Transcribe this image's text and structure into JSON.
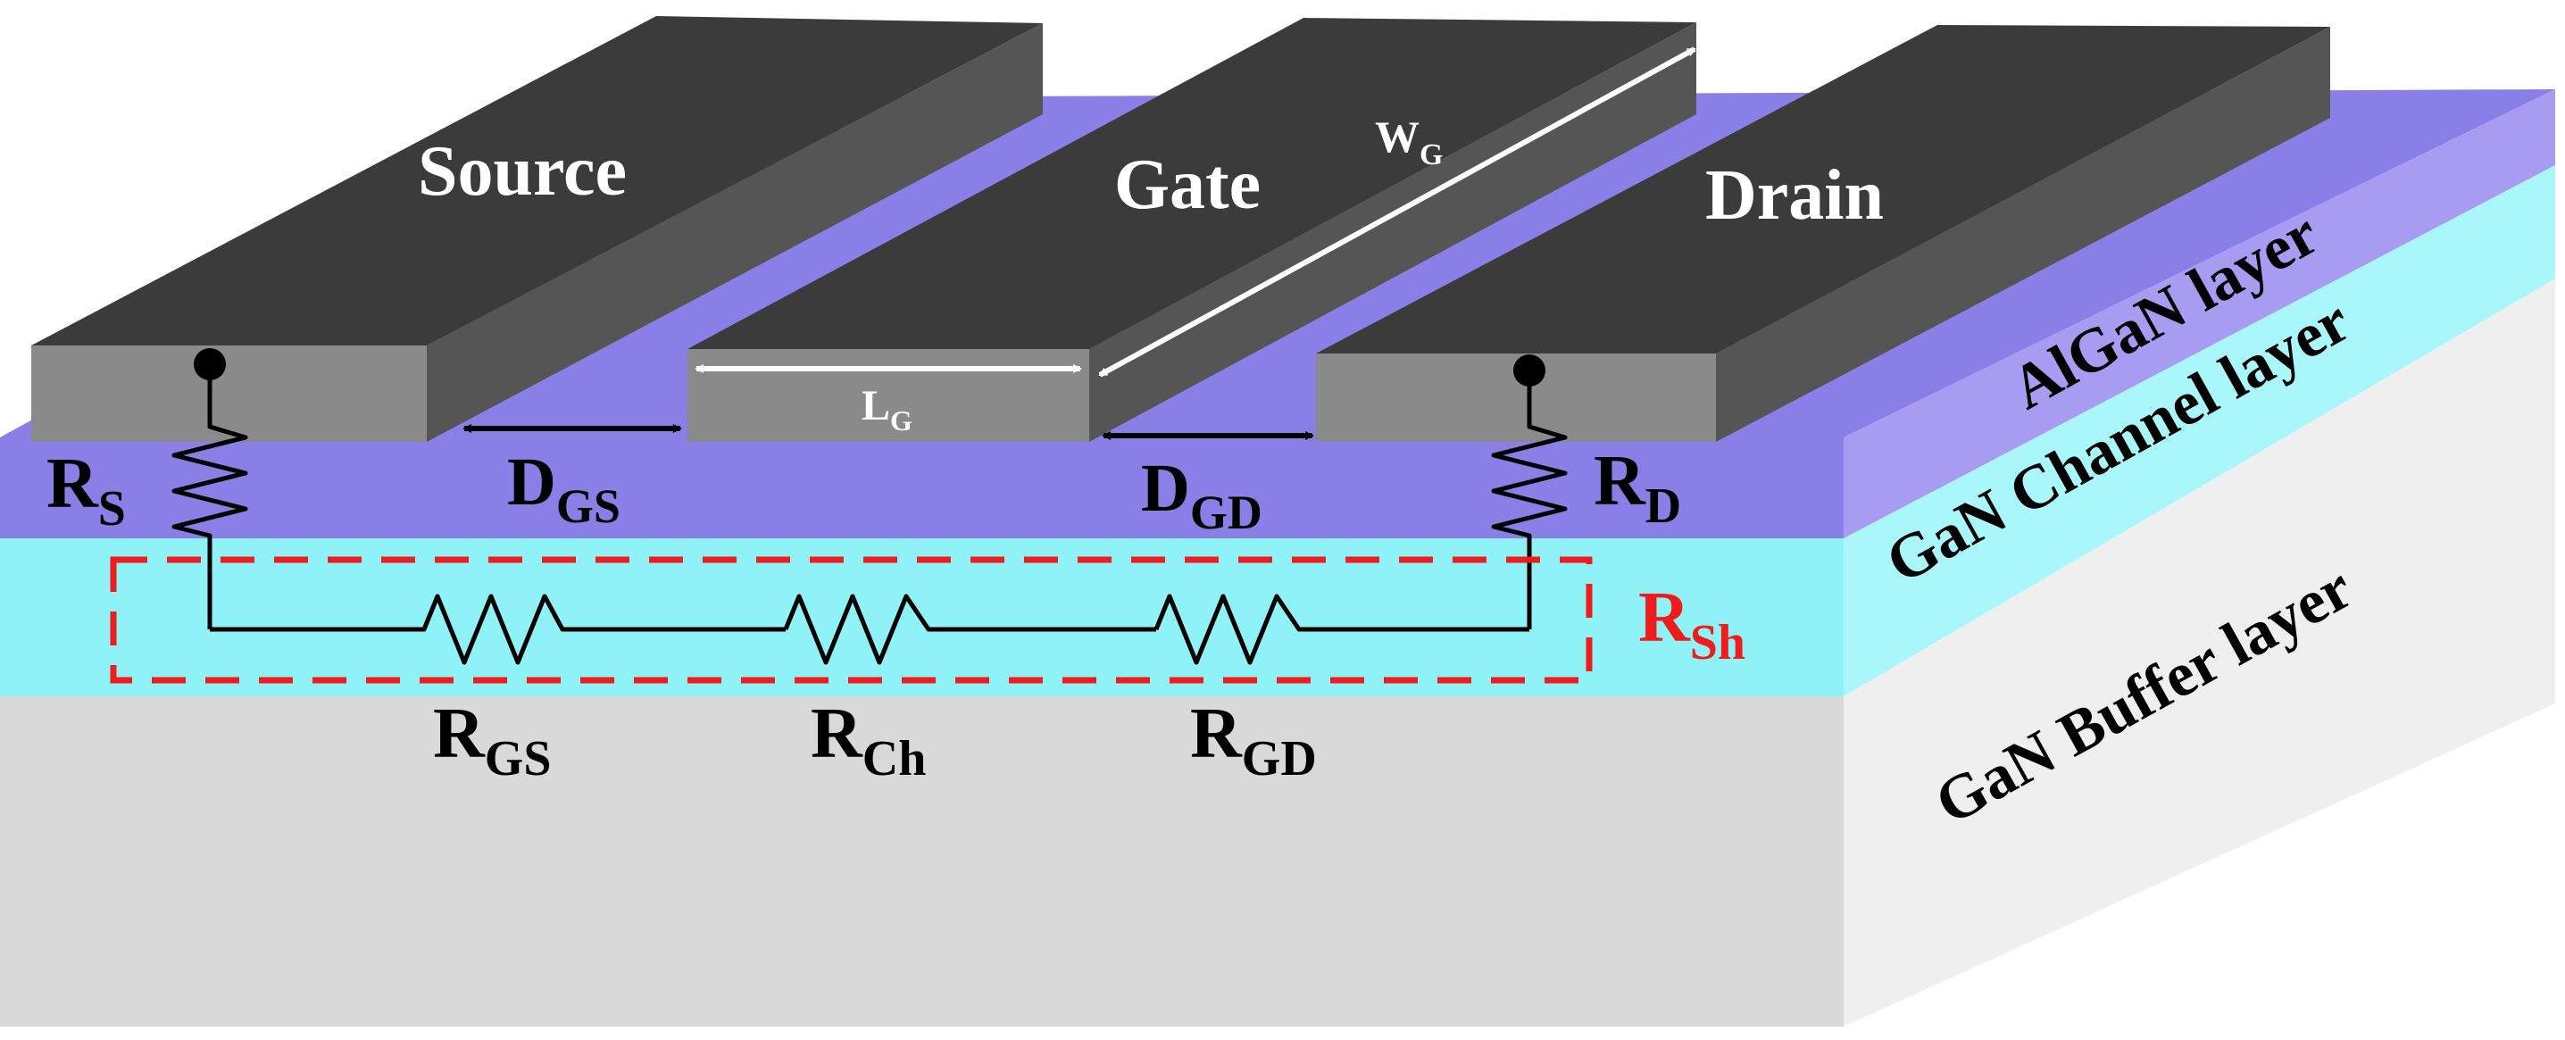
{
  "colors": {
    "algan": "#8a7fe6",
    "algan_side": "#a89cf2",
    "channel": "#8ff2f7",
    "channel_side": "#a9f7fa",
    "buffer": "#d9d9d9",
    "buffer_side": "#efefef",
    "contact_top": "#3b3b3b",
    "contact_front": "#8a8a8a",
    "contact_side": "#555555",
    "wire": "#000000",
    "sheet_box": "#ee1c1c"
  },
  "contacts": {
    "source": "Source",
    "gate": "Gate",
    "drain": "Drain"
  },
  "dimensions": {
    "wg": {
      "main": "W",
      "sub": "G"
    },
    "lg": {
      "main": "L",
      "sub": "G"
    },
    "dgs": {
      "main": "D",
      "sub": "GS"
    },
    "dgd": {
      "main": "D",
      "sub": "GD"
    }
  },
  "resistors": {
    "rs": {
      "main": "R",
      "sub": "S"
    },
    "rd": {
      "main": "R",
      "sub": "D"
    },
    "rgs": {
      "main": "R",
      "sub": "GS"
    },
    "rch": {
      "main": "R",
      "sub": "Ch"
    },
    "rgd": {
      "main": "R",
      "sub": "GD"
    },
    "rsh": {
      "main": "R",
      "sub": "Sh"
    }
  },
  "layers": {
    "algan": "AlGaN layer",
    "channel": "GaN Channel layer",
    "buffer": "GaN Buffer layer"
  }
}
